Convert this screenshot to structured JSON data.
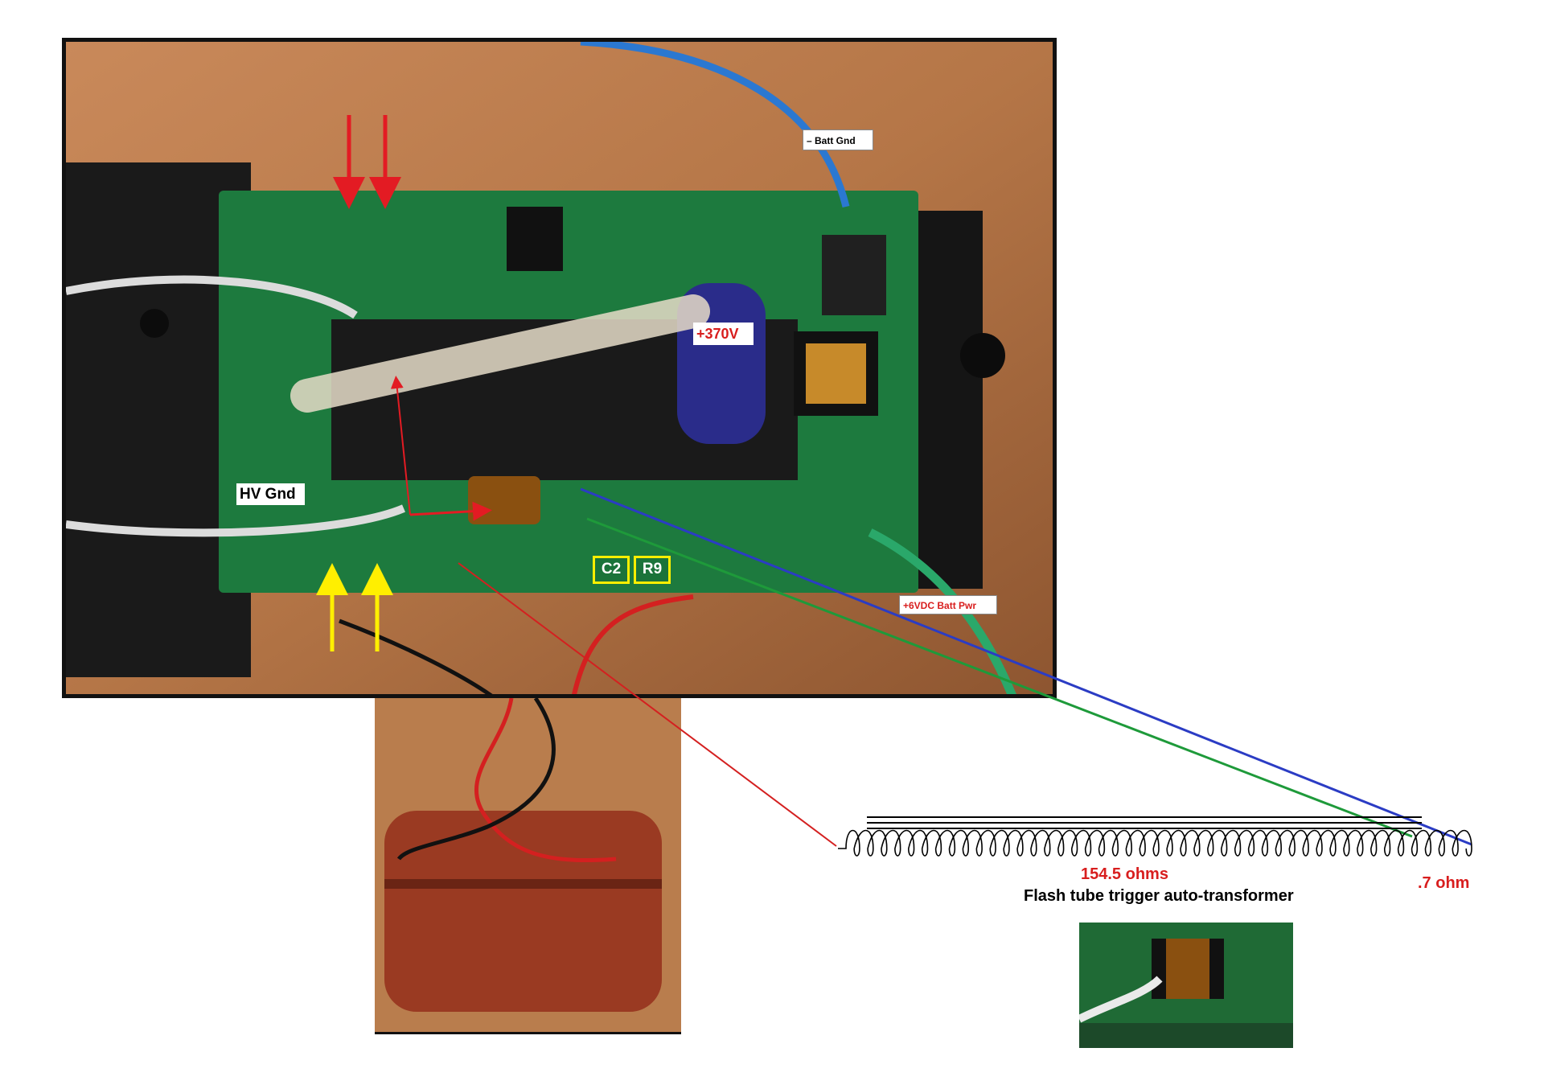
{
  "labels": {
    "batt_gnd": "– Batt Gnd",
    "plus_370v": "+370V",
    "hv_gnd": "HV Gnd",
    "batt_pwr": "+6VDC Batt Pwr",
    "c2": "C2",
    "r9": "R9"
  },
  "transformer": {
    "resistance_main": "154.5 ohms",
    "resistance_tap": ".7 ohm",
    "title": "Flash tube trigger auto-transformer"
  },
  "colors": {
    "arrow_red": "#e31b23",
    "arrow_yellow": "#ffef00",
    "wire_blue": "#2b3cc4",
    "wire_green": "#1e9a3a",
    "wire_red": "#d42020",
    "pcb_green": "#1d7a3e",
    "capacitor_brown": "#9a3a22"
  }
}
